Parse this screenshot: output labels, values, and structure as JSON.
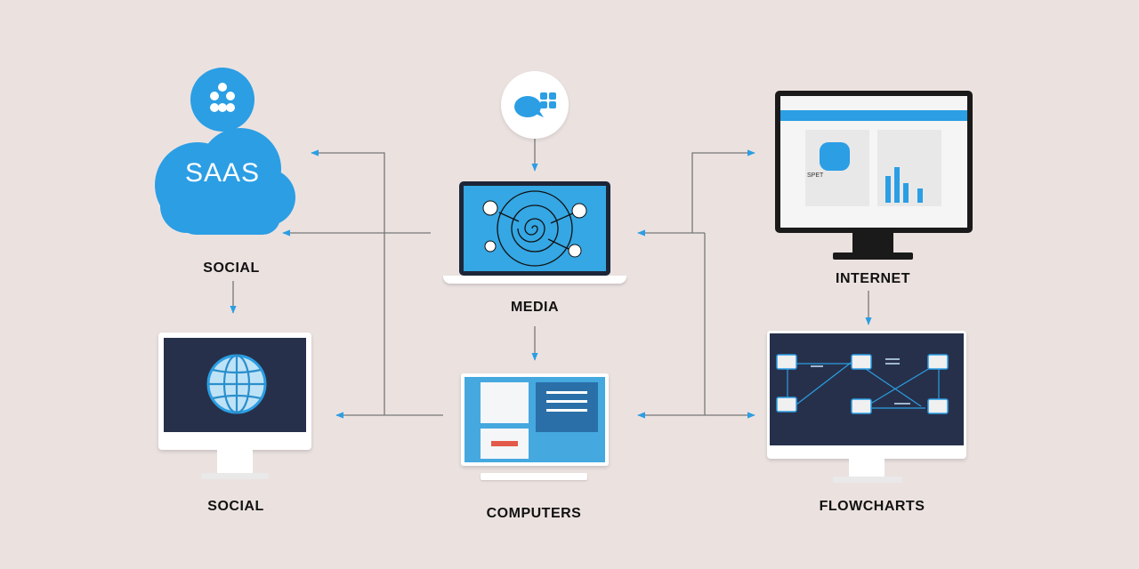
{
  "nodes": {
    "saas": {
      "cloud_text": "SAAS",
      "label": "SOCIAL"
    },
    "social": {
      "label": "SOCIAL"
    },
    "media": {
      "label": "MEDIA"
    },
    "computers": {
      "label": "COMPUTERS"
    },
    "internet": {
      "label": "INTERNET",
      "screen_caption": "SPET"
    },
    "flowcharts": {
      "label": "FLOWCHARTS"
    }
  },
  "colors": {
    "background": "#ebe2e0",
    "accent": "#2b9ee4",
    "dark_screen": "#27304a",
    "line": "#6a6a6a"
  },
  "icons": [
    "people-icon",
    "cloud-icon",
    "chat-icon",
    "globe-icon",
    "spiral-icon",
    "flowchart-icon"
  ]
}
